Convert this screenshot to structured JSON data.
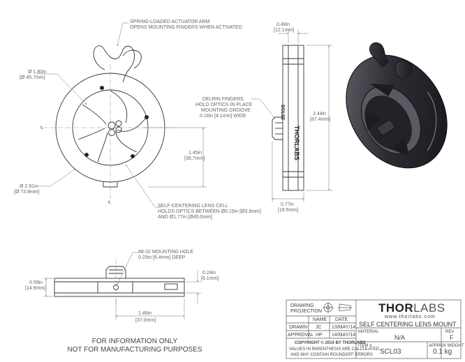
{
  "callouts": {
    "actuator_arm_1": "SPRING-LOADED ACTUATOR ARM",
    "actuator_arm_2": "OPENS MOUNTING FINGERS WHEN ACTIVATED",
    "delrin_1": "DELRIN FINGERS",
    "delrin_2": "HOLD OPTICS IN PLACE",
    "delrin_3": "MOUNTING GROOVE",
    "delrin_4": "0.16in [4.1mm] WIDE",
    "lens_cell_1": "SELF-CENTERING LENS CELL",
    "lens_cell_2": "HOLDS OPTICS BETWEEN Ø0.15in [Ø3.8mm]",
    "lens_cell_3": "AND Ø1.77in [Ø45.0mm]",
    "mount_hole_1": "#8-32 MOUNTING HOLE",
    "mount_hole_2": "0.25in [6.4mm] DEEP"
  },
  "dimensions": {
    "dia_1_80_in": "Ø 1.80in",
    "dia_1_80_mm": "[Ø 45.7mm]",
    "dia_2_91_in": "Ø 2.91in",
    "dia_2_91_mm": "[Ø 73.9mm]",
    "h_1_45_in": "1.45in",
    "h_1_45_mm": "[36.7mm]",
    "w_0_48_in": "0.48in",
    "w_0_48_mm": "[12.1mm]",
    "h_3_44_in": "3.44in",
    "h_3_44_mm": "[87.4mm]",
    "w_0_77_in": "0.77in",
    "w_0_77_mm": "[19.5mm]",
    "h_0_59_in": "0.59in",
    "h_0_59_mm": "[14.9mm]",
    "h_0_24_in": "0.24in",
    "h_0_24_mm": "[6.1mm]",
    "w_1_46_in": "1.46in",
    "w_1_46_mm": "[37.0mm]"
  },
  "part_engraving": {
    "side_model": "SCL03",
    "side_brand": "THORLABS"
  },
  "notes": {
    "line1": "FOR INFORMATION ONLY",
    "line2": "NOT FOR MANUFACTURING PURPOSES"
  },
  "title_block": {
    "drawing_projection_1": "DRAWING",
    "drawing_projection_2": "PROJECTION",
    "col_name": "NAME",
    "col_date": "DATE",
    "drawn_label": "DRAWN",
    "drawn_name": "JC",
    "drawn_date": "13/MAY/14",
    "approval_label": "APPROVAL",
    "approval_name": "HP",
    "approval_date": "14/MAY/14",
    "copyright": "COPYRIGHT © 2014 BY THORLABS",
    "disclaimer_1": "VALUES IN PARENTHESIS ARE CALCULATED",
    "disclaimer_2": "AND MAY CONTAIN ROUNDOFF ERRORS",
    "logo_thor": "THOR",
    "logo_labs": "LABS",
    "website": "www.thorlabs.com",
    "product_title": "SELF CENTERING LENS MOUNT",
    "material_label": "MATERIAL",
    "material_value": "N/A",
    "rev_label": "REV",
    "rev_value": "F",
    "item_label": "ITEM #",
    "item_value": "SCL03",
    "weight_label": "APPROX WEIGHT",
    "weight_value": "0.1 kg"
  }
}
